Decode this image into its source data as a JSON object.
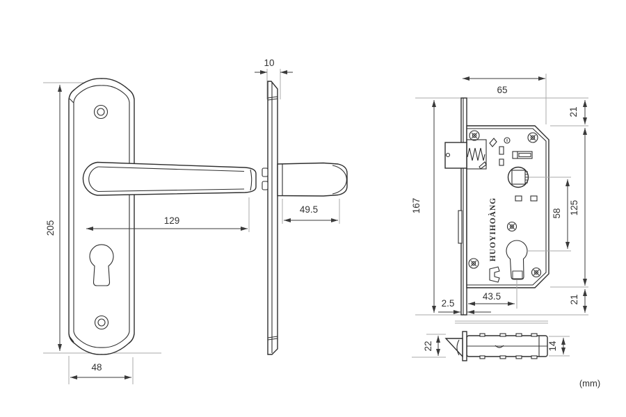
{
  "drawing": {
    "unit_note": "(mm)",
    "brand": "HUOYIHOÀNG",
    "dims": {
      "plate_height": "205",
      "plate_width": "48",
      "lever_length": "129",
      "plate_thickness": "10",
      "grip_length": "49.5",
      "case_width": "65",
      "faceplate_top_offset": "21",
      "faceplate_height": "167",
      "case_height": "125",
      "spindle_to_cylinder": "58",
      "faceplate_thickness": "2.5",
      "cylinder_backset": "43.5",
      "faceplate_bottom_offset": "21",
      "latch_view_height": "22",
      "case_thickness": "14"
    },
    "colors": {
      "line": "#2e2e2e",
      "dimension": "#3a3a3a",
      "extension": "#a8a8a8",
      "background": "#ffffff"
    }
  }
}
